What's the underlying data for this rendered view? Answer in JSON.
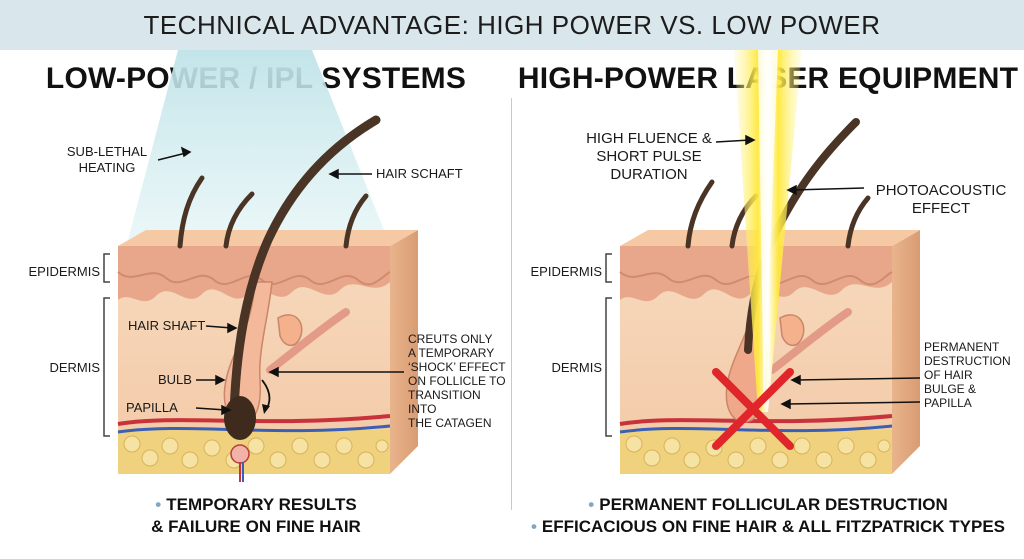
{
  "header": {
    "title": "TECHNICAL ADVANTAGE: HIGH POWER VS. LOW POWER"
  },
  "left": {
    "title": "LOW-POWER / IPL SYSTEMS",
    "labels": {
      "sub_lethal": "SUB-LETHAL\nHEATING",
      "hair_schaft": "HAIR SCHAFT",
      "epidermis": "EPIDERMIS",
      "dermis": "DERMIS",
      "hair_shaft": "HAIR SHAFT",
      "bulb": "BULB",
      "papilla": "PAPILLA",
      "effect": "CREUTS ONLY\nA TEMPORARY\n‘SHOCK’ EFFECT\nON FOLLICLE TO\nTRANSITION INTO\nTHE CATAGEN"
    },
    "results": [
      "TEMPORARY RESULTS",
      "& FAILURE ON FINE HAIR"
    ]
  },
  "right": {
    "title": "HIGH-POWER LASER EQUIPMENT",
    "labels": {
      "fluence": "HIGH FLUENCE &\nSHORT PULSE\nDURATION",
      "photoacoustic": "PHOTOACOUSTIC\nEFFECT",
      "epidermis": "EPIDERMIS",
      "dermis": "DERMIS",
      "destruction": "PERMANENT\nDESTRUCTION\nOF HAIR\nBULGE &\nPAPILLA"
    },
    "results": [
      "PERMANENT FOLLICULAR DESTRUCTION",
      "EFFICACIOUS ON FINE HAIR & ALL FITZPATRICK TYPES"
    ]
  },
  "colors": {
    "banner": "#d9e6ec",
    "skin_top": "#f1c8a3",
    "dermis": "#f6d4b7",
    "fat": "#f0d27e",
    "hair": "#4a3426",
    "ipl_light": "#bfe3e8",
    "laser": "#fff25a",
    "cross": "#e0262a",
    "bullet": "#7fa7c4"
  }
}
